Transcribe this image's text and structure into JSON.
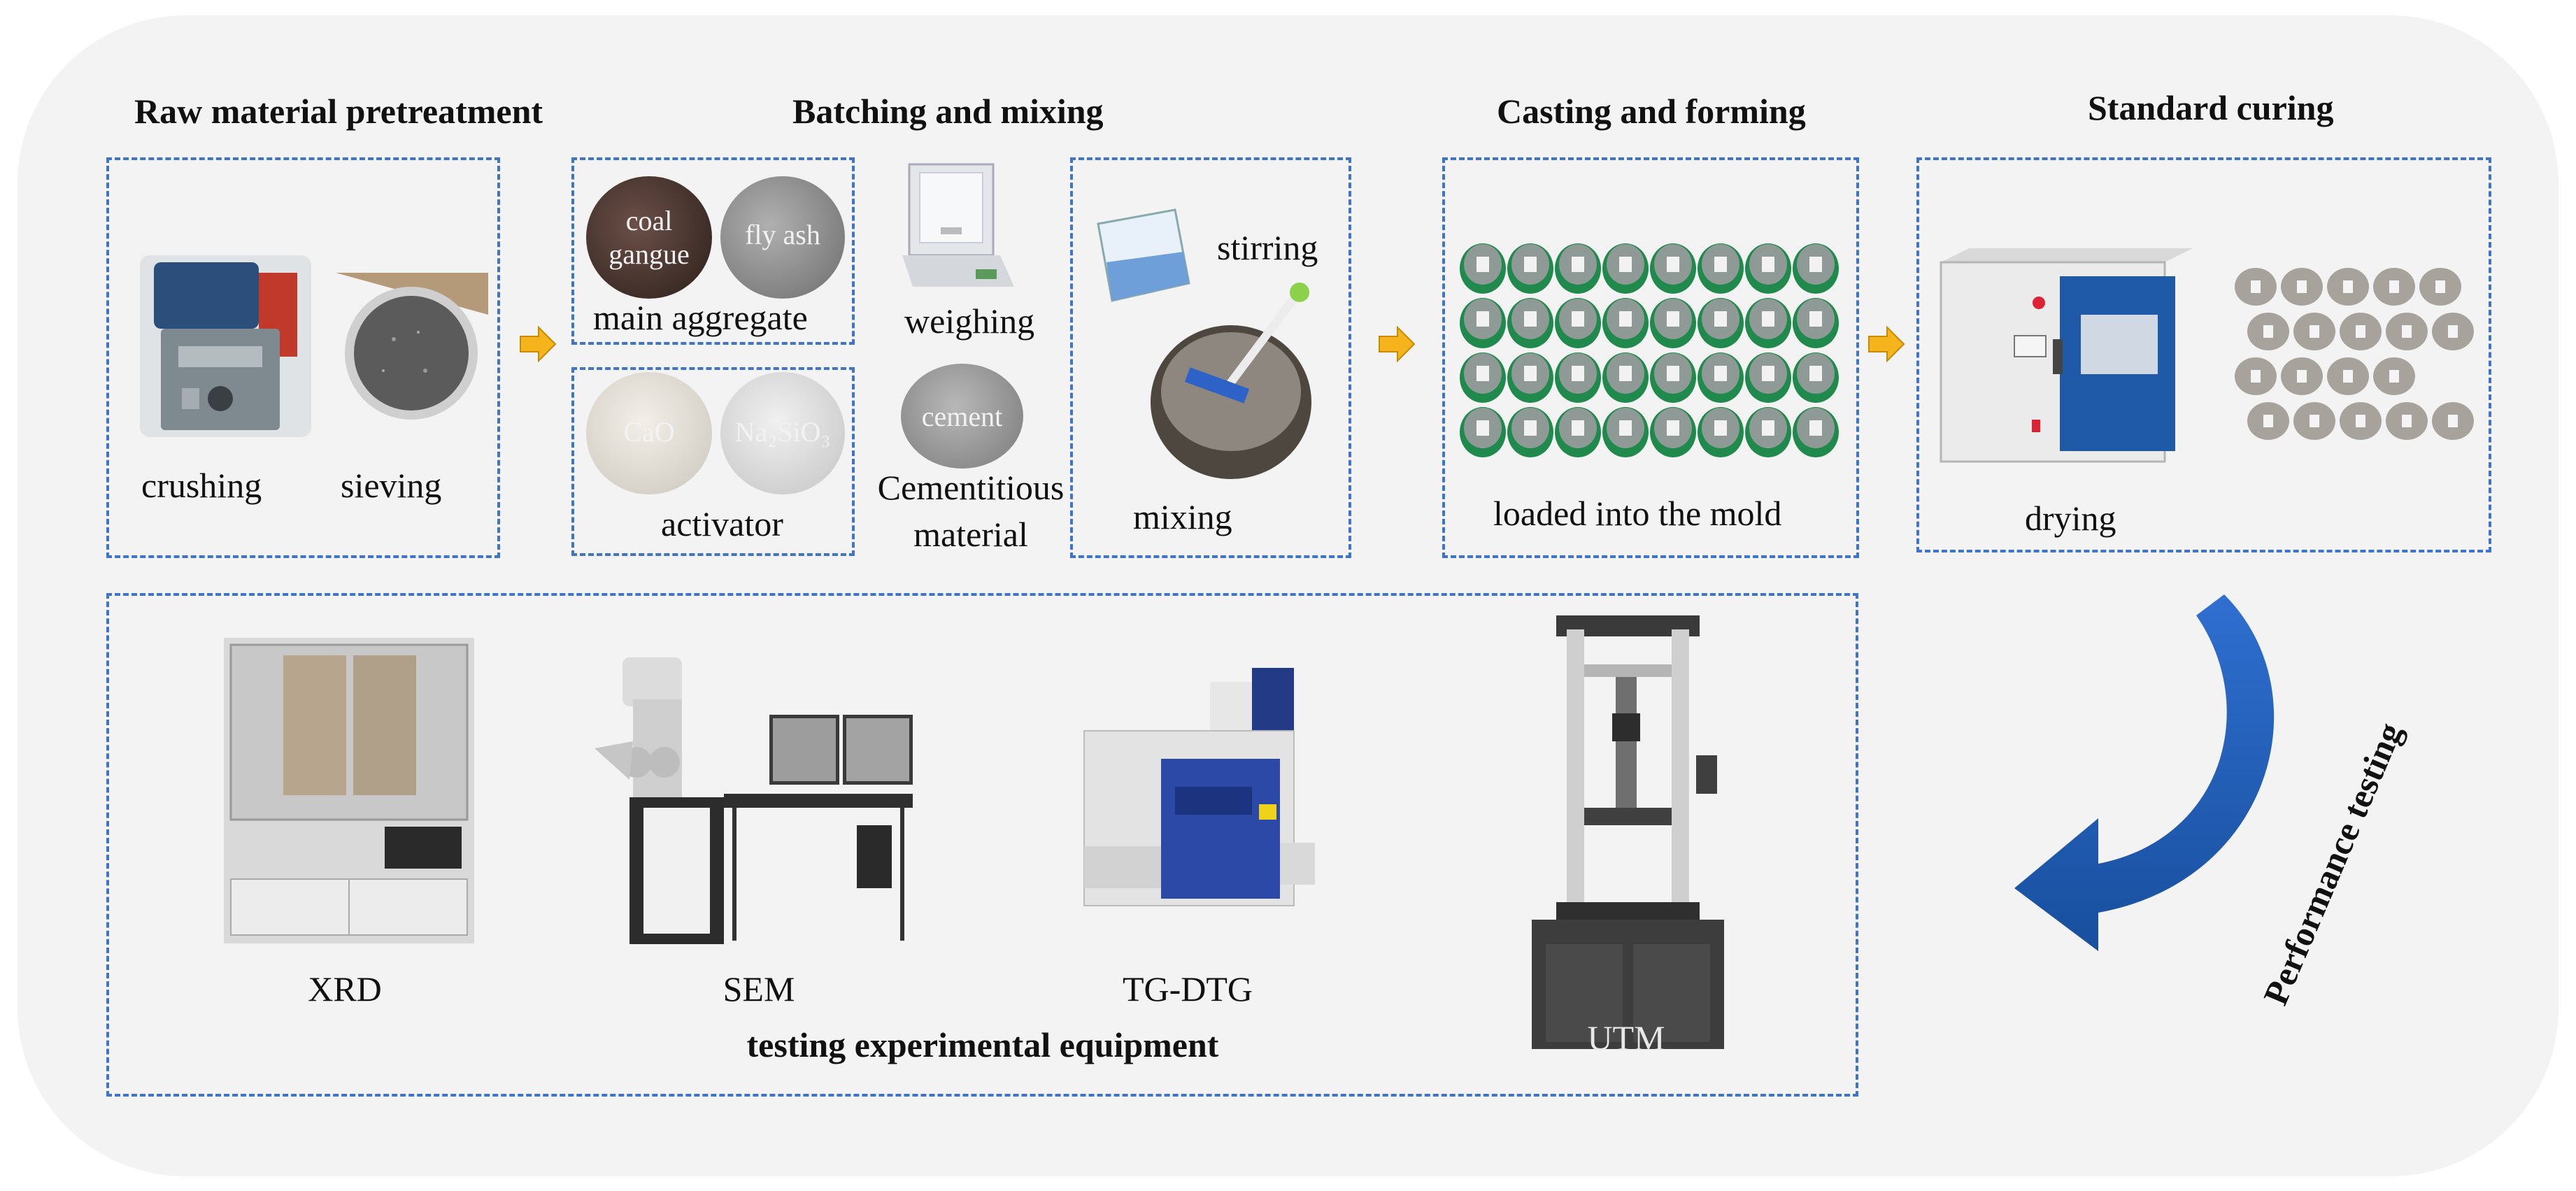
{
  "stages": {
    "raw": {
      "title": "Raw material pretreatment",
      "crushing": "crushing",
      "sieving": "sieving"
    },
    "batching": {
      "title": "Batching and mixing",
      "coal_gangue": "coal\ngangue",
      "fly_ash": "fly ash",
      "main_aggregate": "main aggregate",
      "cao": "CaO",
      "na2sio3": "Na₂SiO₃",
      "activator": "activator",
      "weighing": "weighing",
      "cement": "cement",
      "cementitious": "Cementitious",
      "material": "material",
      "stirring": "stirring",
      "mixing": "mixing"
    },
    "casting": {
      "title": "Casting and forming",
      "label": "loaded into the mold"
    },
    "curing": {
      "title": "Standard curing",
      "drying": "drying"
    }
  },
  "testing": {
    "xrd": "XRD",
    "sem": "SEM",
    "tg": "TG-DTG",
    "utm": "UTM",
    "caption": "testing experimental equipment"
  },
  "performance": "Performance testing",
  "colors": {
    "dash": "#3f74c8",
    "arrow_fill": "#f5b31c",
    "curve": "#1f5fb4",
    "panel": "#f3f3f3"
  }
}
